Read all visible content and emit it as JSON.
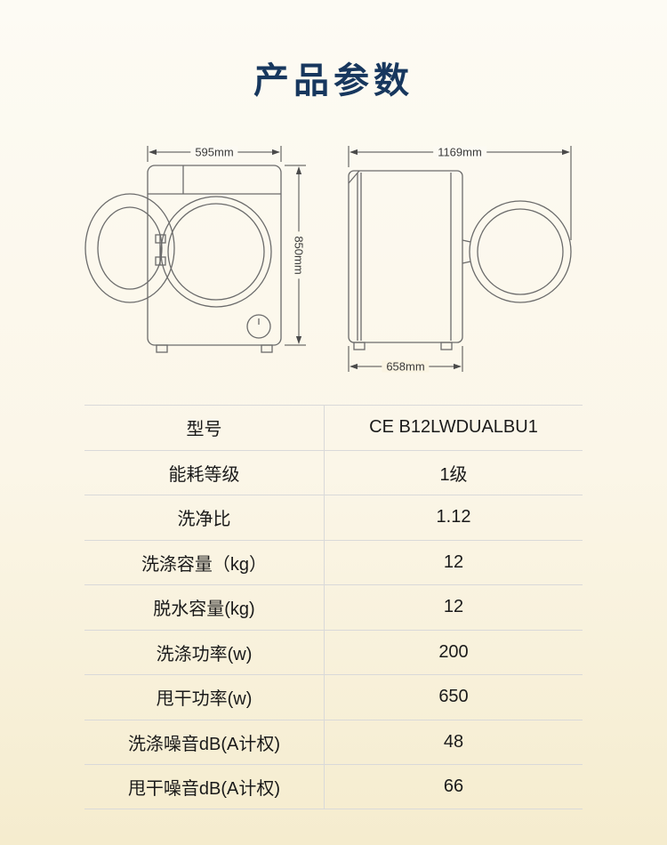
{
  "page": {
    "title": "产品参数"
  },
  "diagram": {
    "front_view": {
      "width_label": "595mm",
      "height_label": "850mm"
    },
    "side_view": {
      "width_label": "1169mm",
      "depth_label": "658mm"
    }
  },
  "spec_table": {
    "rows": [
      {
        "label": "型号",
        "value": "CE B12LWDUALBU1"
      },
      {
        "label": "能耗等级",
        "value": "1级"
      },
      {
        "label": "洗净比",
        "value": "1.12"
      },
      {
        "label": "洗涤容量（kg）",
        "value": "12"
      },
      {
        "label": "脱水容量(kg)",
        "value": "12"
      },
      {
        "label": "洗涤功率(w)",
        "value": "200"
      },
      {
        "label": "甩干功率(w)",
        "value": "650"
      },
      {
        "label": "洗涤噪音dB(A计权)",
        "value": "48"
      },
      {
        "label": "甩干噪音dB(A计权)",
        "value": "66"
      }
    ]
  }
}
